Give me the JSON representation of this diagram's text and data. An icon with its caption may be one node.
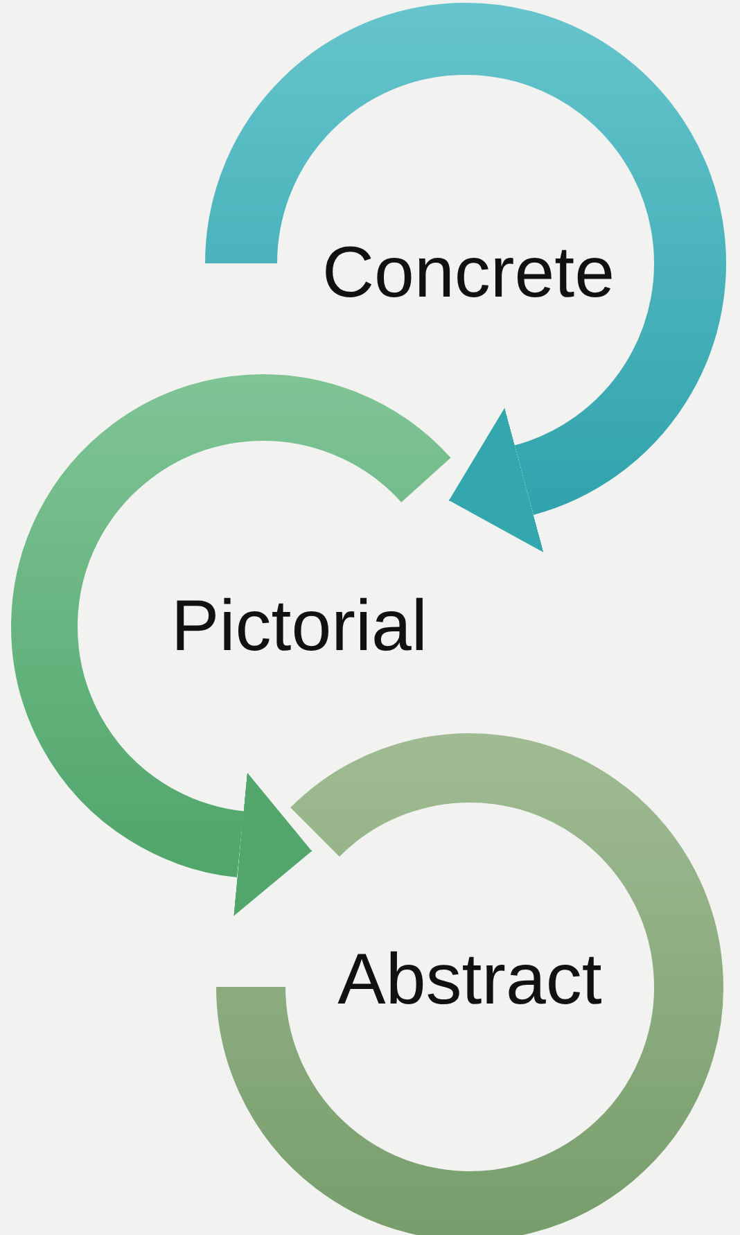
{
  "diagram": {
    "nodes": [
      {
        "text": [
          "Concrete"
        ]
      },
      {
        "text": [
          "Pictorial"
        ]
      },
      {
        "text": [
          "Abstract"
        ]
      }
    ],
    "edges": [
      {
        "from": 0,
        "to": 1,
        "arrow": "to",
        "color": "#33a6ae"
      },
      {
        "from": 1,
        "to": 2,
        "arrow": "to",
        "color": "#52a66c"
      }
    ]
  }
}
